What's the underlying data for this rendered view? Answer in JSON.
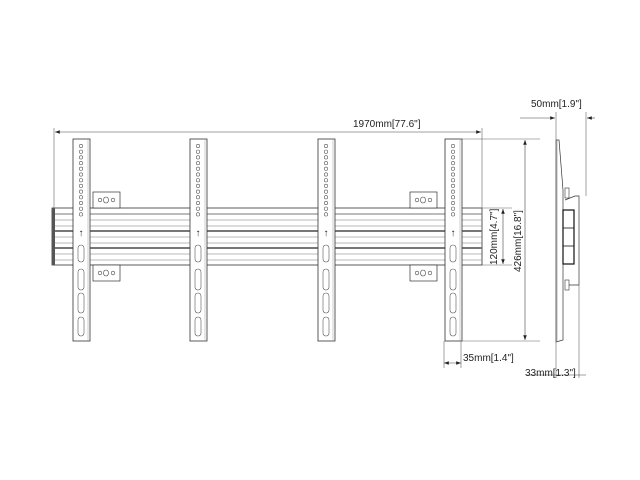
{
  "dimensions": {
    "overall_width": "1970mm[77.6\"]",
    "rail_height": "120mm[4.7\"]",
    "bracket_height": "426mm[16.8\"]",
    "bracket_width": "35mm[1.4\"]",
    "depth": "50mm[1.9\"]",
    "min_depth": "33mm[1.3\"]"
  },
  "colors": {
    "line": "#333333",
    "rail_stripe": "#777777",
    "dim": "#444444"
  }
}
